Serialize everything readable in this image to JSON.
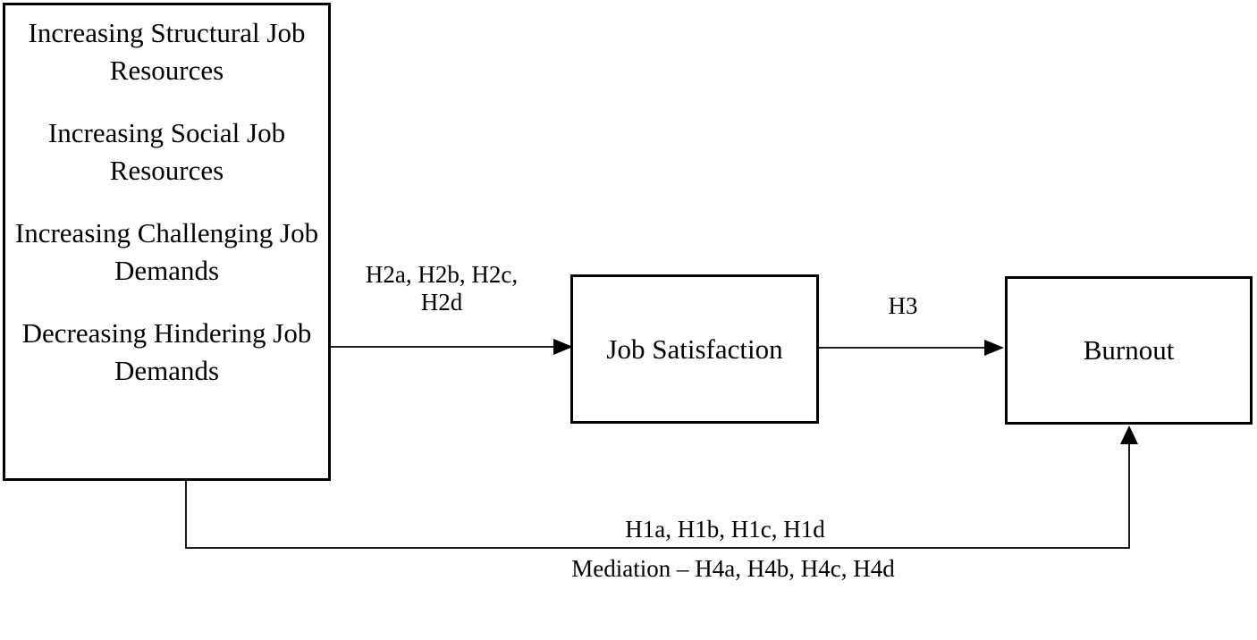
{
  "diagram": {
    "background_color": "#ffffff",
    "line_color": "#000000",
    "boxes": {
      "antecedents": {
        "items": [
          "Increasing Structural Job Resources",
          "Increasing Social Job Resources",
          "Increasing Challenging Job Demands",
          "Decreasing Hindering Job Demands"
        ]
      },
      "mediator": {
        "label": "Job Satisfaction"
      },
      "outcome": {
        "label": "Burnout"
      }
    },
    "arrows": {
      "h2": {
        "lines": [
          "H2a, H2b, H2c,",
          "H2d"
        ]
      },
      "h3": {
        "label": "H3"
      },
      "h1": {
        "label": "H1a, H1b, H1c, H1d"
      },
      "mediation": {
        "label": "Mediation – H4a, H4b, H4c, H4d"
      }
    }
  }
}
